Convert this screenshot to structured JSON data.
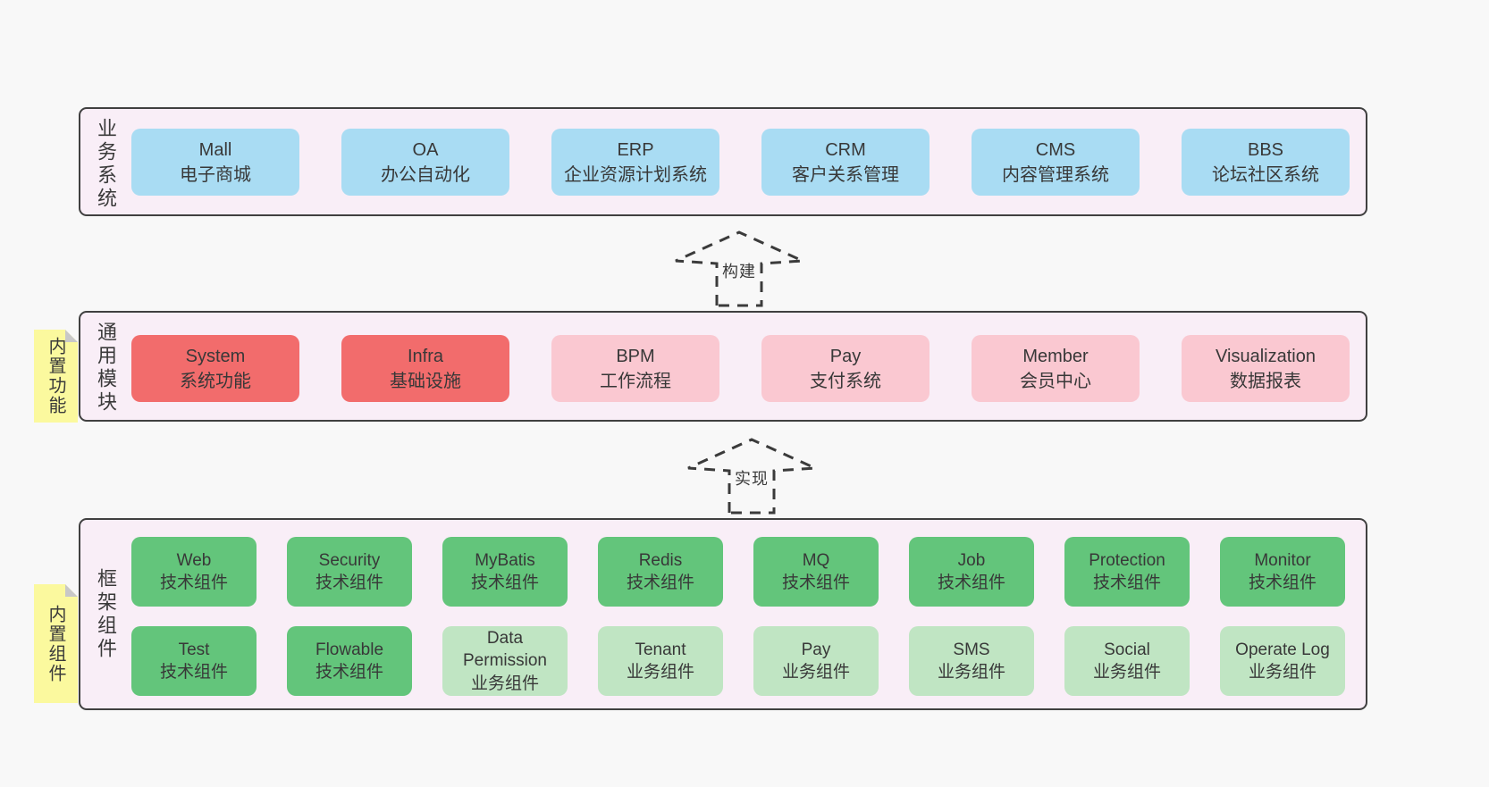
{
  "sections": {
    "business": {
      "label": "业务系统",
      "boxes": [
        {
          "name": "Mall",
          "subtitle": "电子商城"
        },
        {
          "name": "OA",
          "subtitle": "办公自动化"
        },
        {
          "name": "ERP",
          "subtitle": "企业资源计划系统"
        },
        {
          "name": "CRM",
          "subtitle": "客户关系管理"
        },
        {
          "name": "CMS",
          "subtitle": "内容管理系统"
        },
        {
          "name": "BBS",
          "subtitle": "论坛社区系统"
        }
      ]
    },
    "modules": {
      "label": "通用模块",
      "note": "内置功能",
      "boxes": [
        {
          "name": "System",
          "subtitle": "系统功能"
        },
        {
          "name": "Infra",
          "subtitle": "基础设施"
        },
        {
          "name": "BPM",
          "subtitle": "工作流程"
        },
        {
          "name": "Pay",
          "subtitle": "支付系统"
        },
        {
          "name": "Member",
          "subtitle": "会员中心"
        },
        {
          "name": "Visualization",
          "subtitle": "数据报表"
        }
      ]
    },
    "framework": {
      "label": "框架组件",
      "note": "内置组件",
      "row1": [
        {
          "name": "Web",
          "subtitle": "技术组件"
        },
        {
          "name": "Security",
          "subtitle": "技术组件"
        },
        {
          "name": "MyBatis",
          "subtitle": "技术组件"
        },
        {
          "name": "Redis",
          "subtitle": "技术组件"
        },
        {
          "name": "MQ",
          "subtitle": "技术组件"
        },
        {
          "name": "Job",
          "subtitle": "技术组件"
        },
        {
          "name": "Protection",
          "subtitle": "技术组件"
        },
        {
          "name": "Monitor",
          "subtitle": "技术组件"
        }
      ],
      "row2": [
        {
          "name": "Test",
          "subtitle": "技术组件"
        },
        {
          "name": "Flowable",
          "subtitle": "技术组件"
        },
        {
          "name": "Data Permission",
          "subtitle": "业务组件"
        },
        {
          "name": "Tenant",
          "subtitle": "业务组件"
        },
        {
          "name": "Pay",
          "subtitle": "业务组件"
        },
        {
          "name": "SMS",
          "subtitle": "业务组件"
        },
        {
          "name": "Social",
          "subtitle": "业务组件"
        },
        {
          "name": "Operate Log",
          "subtitle": "业务组件"
        }
      ]
    }
  },
  "arrows": {
    "build": "构建",
    "implement": "实现"
  },
  "colors": {
    "page_bg": "#f8f8f8",
    "panel_bg": "#f9eef7",
    "panel_border": "#404040",
    "blue": "#a9dcf3",
    "red": "#f26c6c",
    "pink": "#fac8d1",
    "green": "#63c57b",
    "light_green": "#c0e5c3",
    "note_bg": "#fbf99e",
    "note_fold": "#c8c8c8",
    "text": "#3a3a3a"
  }
}
